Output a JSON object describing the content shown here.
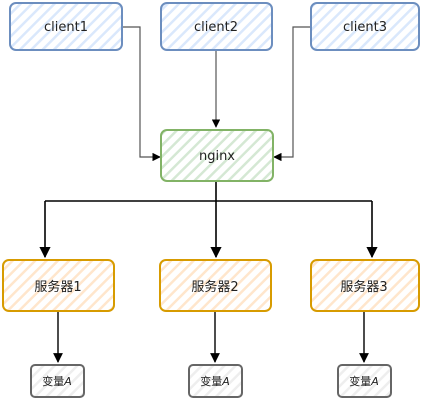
{
  "diagram": {
    "clients": [
      {
        "label": "client1"
      },
      {
        "label": "client2"
      },
      {
        "label": "client3"
      }
    ],
    "proxy": {
      "label": "nginx"
    },
    "servers": [
      {
        "label": "服务器1"
      },
      {
        "label": "服务器2"
      },
      {
        "label": "服务器3"
      }
    ],
    "variables": [
      {
        "label_prefix": "变量",
        "label_var": "A"
      },
      {
        "label_prefix": "变量",
        "label_var": "A"
      },
      {
        "label_prefix": "变量",
        "label_var": "A"
      }
    ]
  },
  "colors": {
    "client_stroke": "#6c8ebf",
    "client_fill": "#dae8fc",
    "proxy_stroke": "#82b366",
    "proxy_fill": "#d5e8d4",
    "server_stroke": "#d79b00",
    "server_fill": "#ffe6cc",
    "variable_stroke": "#666666",
    "variable_fill": "#f5f5f5",
    "edge": "#000000"
  }
}
